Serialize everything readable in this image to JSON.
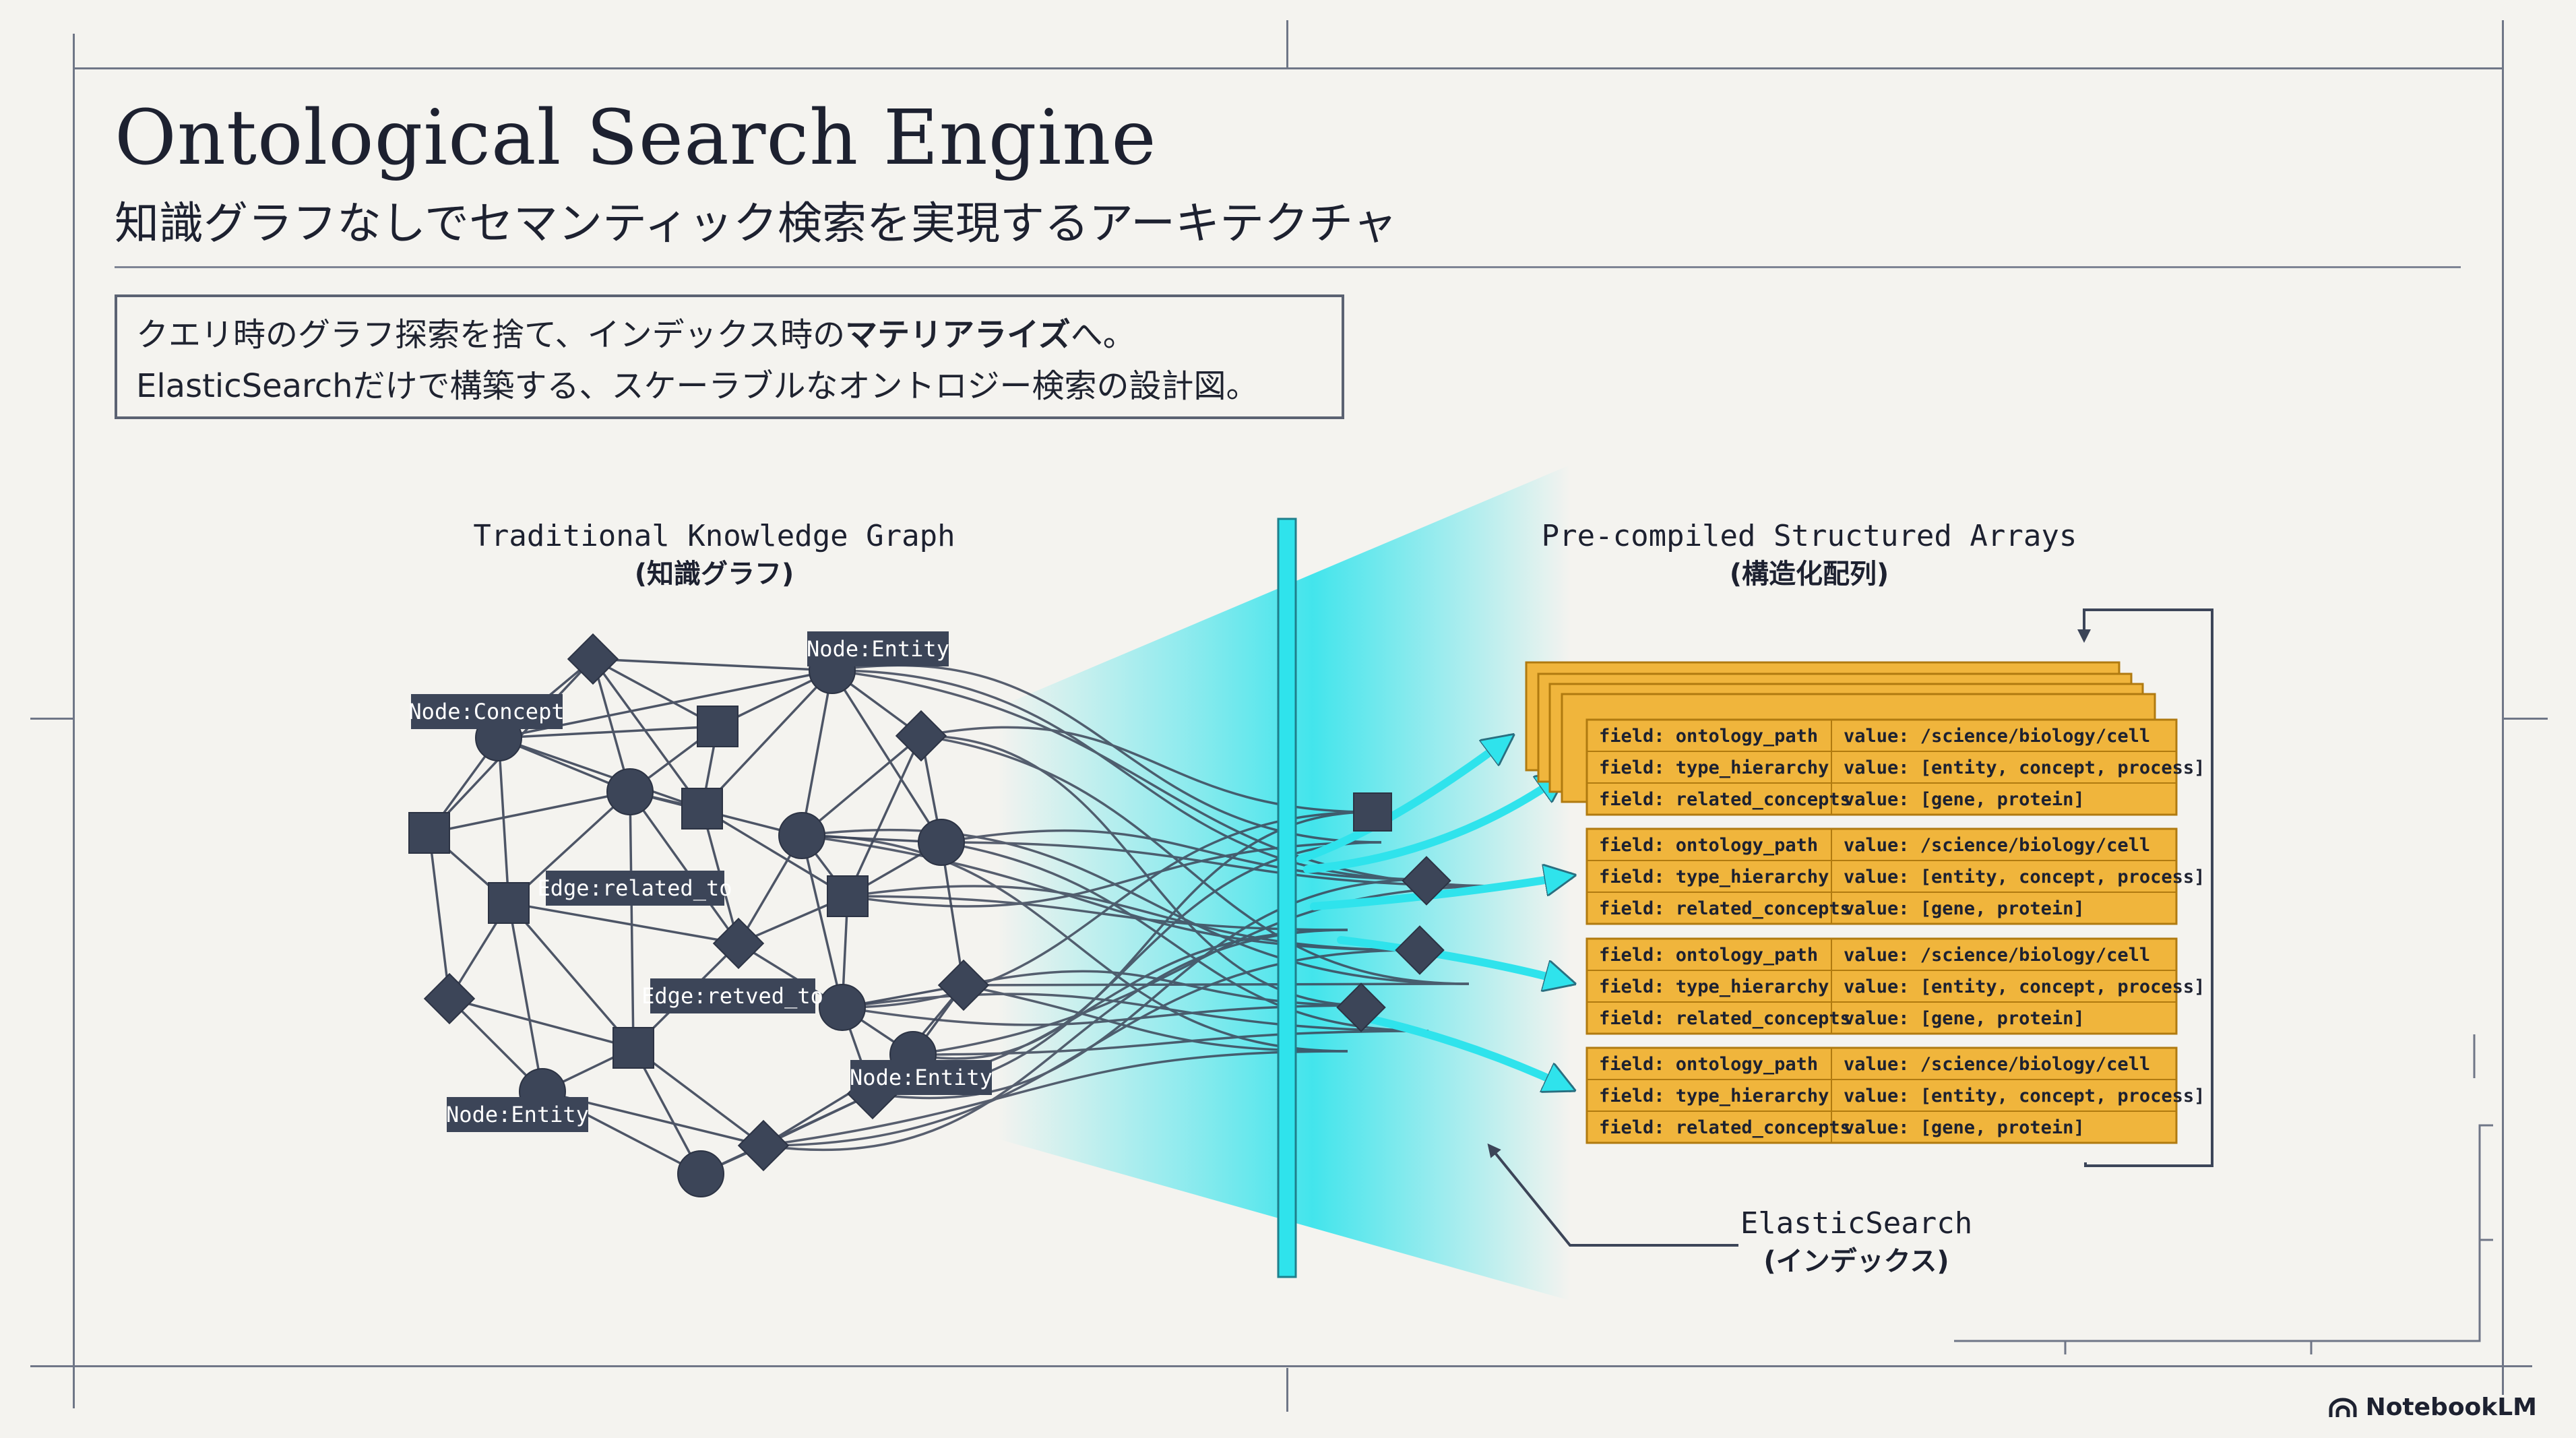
{
  "header": {
    "title": "Ontological Search Engine",
    "subtitle": "知識グラフなしでセマンティック検索を実現するアーキテクチャ"
  },
  "callout": {
    "line1_prefix": "クエリ時のグラフ探索を捨て、インデックス時の",
    "line1_bold": "マテリアライズ",
    "line1_suffix": "へ。",
    "line2": "ElasticSearchだけで構築する、スケーラブルなオントロジー検索の設計図。"
  },
  "left_section": {
    "title": "Traditional Knowledge Graph",
    "subtitle": "(知識グラフ)",
    "labels": {
      "node_entity_top": "Node:Entity",
      "node_concept": "Node:Concept",
      "edge_related_to": "Edge:related_to",
      "edge_retved_to": "Edge:retved_to",
      "node_entity_right": "Node:Entity",
      "node_entity_bottom": "Node:Entity"
    }
  },
  "right_section": {
    "title": "Pre-compiled Structured Arrays",
    "subtitle": "(構造化配列)",
    "records": [
      {
        "rows": [
          {
            "field": "field: ontology_path",
            "value": "value: /science/biology/cell"
          },
          {
            "field": "field: type_hierarchy",
            "value": "value: [entity, concept, process]"
          },
          {
            "field": "field: related_concepts",
            "value": "value: [gene, protein]"
          }
        ]
      },
      {
        "rows": [
          {
            "field": "field: ontology_path",
            "value": "value: /science/biology/cell"
          },
          {
            "field": "field: type_hierarchy",
            "value": "value: [entity, concept, process]"
          },
          {
            "field": "field: related_concepts",
            "value": "value: [gene, protein]"
          }
        ]
      },
      {
        "rows": [
          {
            "field": "field: ontology_path",
            "value": "value: /science/biology/cell"
          },
          {
            "field": "field: type_hierarchy",
            "value": "value: [entity, concept, process]"
          },
          {
            "field": "field: related_concepts",
            "value": "value: [gene, protein]"
          }
        ]
      },
      {
        "rows": [
          {
            "field": "field: ontology_path",
            "value": "value: /science/biology/cell"
          },
          {
            "field": "field: type_hierarchy",
            "value": "value: [entity, concept, process]"
          },
          {
            "field": "field: related_concepts",
            "value": "value: [gene, protein]"
          }
        ]
      }
    ]
  },
  "index_label": {
    "title": "ElasticSearch",
    "subtitle": "(インデックス)"
  },
  "branding": {
    "logo_text": "NotebookLM"
  },
  "colors": {
    "navy": "#3c4558",
    "cyan": "#2fe3ec",
    "amber": "#f0b53c",
    "amber_border": "#b07a10",
    "frame": "#6f7687"
  }
}
